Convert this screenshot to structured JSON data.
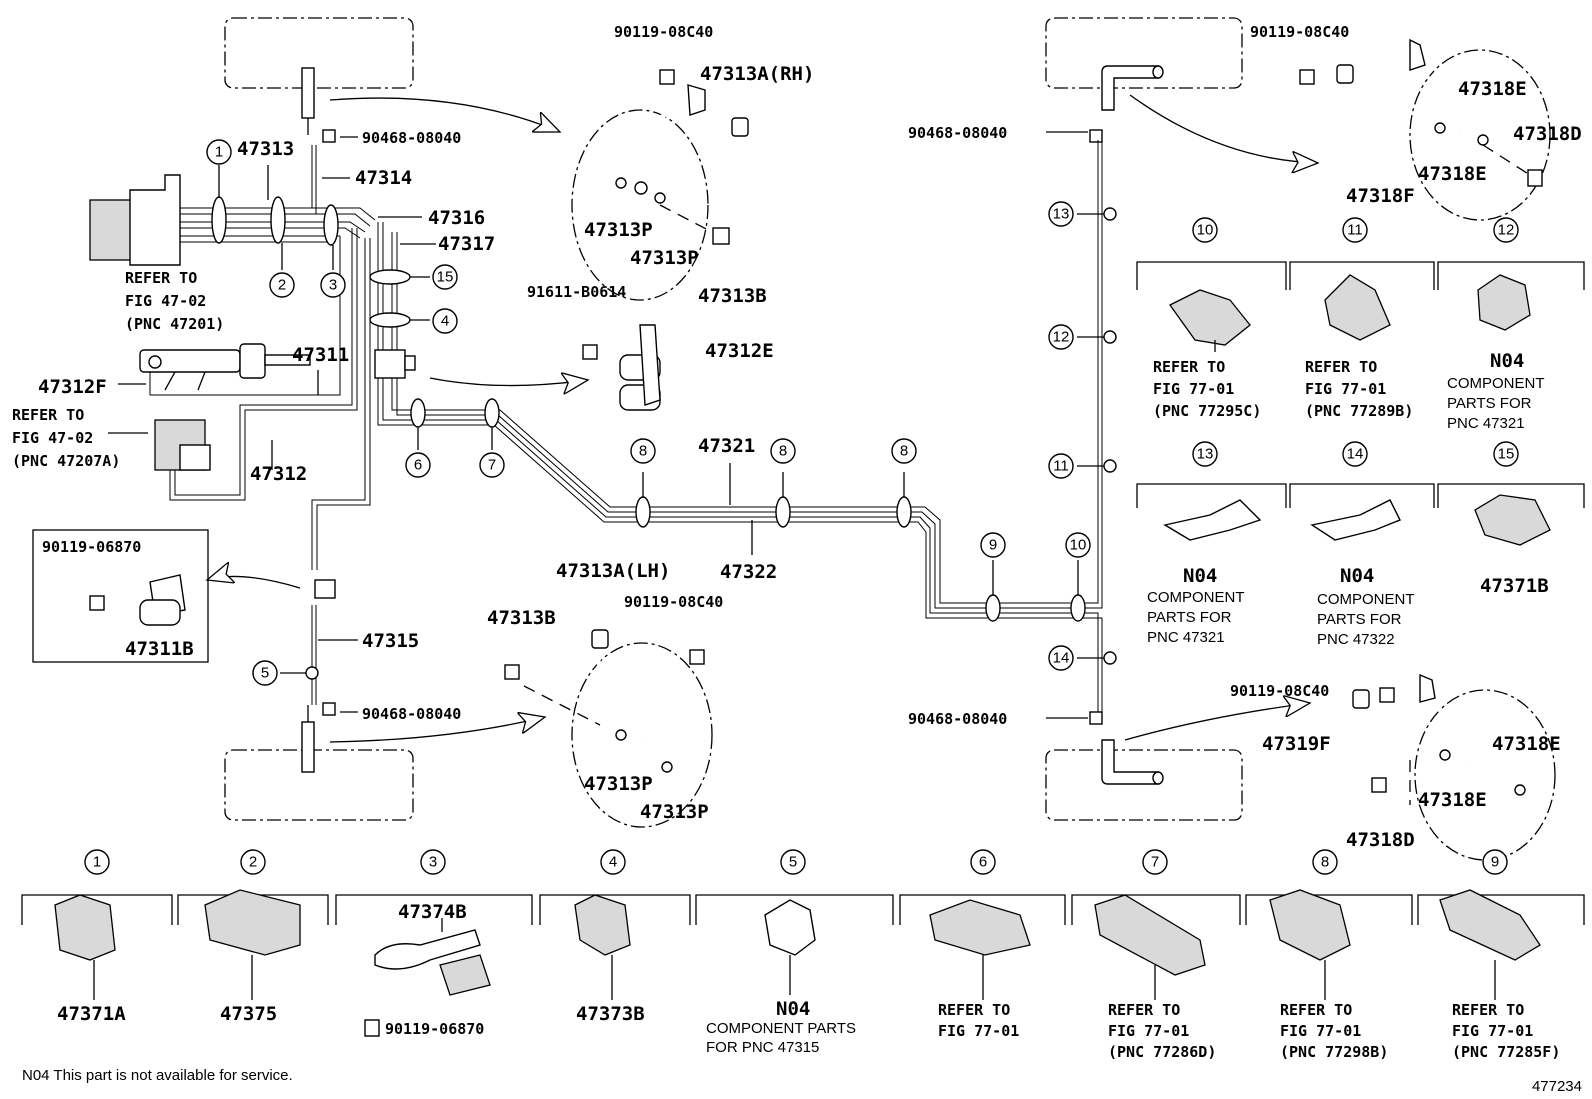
{
  "parts": {
    "p90119_08c40_a": "90119-08C40",
    "p47313a_rh": "47313A(RH)",
    "p47313_ring": "47313",
    "p47314": "47314",
    "p90468_08040_a": "90468-08040",
    "p47316": "47316",
    "p47317": "47317",
    "p47313p_a": "47313P",
    "p47313p_b": "47313P",
    "p47313b_a": "47313B",
    "p91611_b0614": "91611-B0614",
    "p47312e": "47312E",
    "p47311": "47311",
    "p47312f": "47312F",
    "p47312": "47312",
    "p47321": "47321",
    "p47322": "47322",
    "p90119_06870_a": "90119-06870",
    "p47311b": "47311B",
    "p47315": "47315",
    "p47313a_lh": "47313A(LH)",
    "p90119_08c40_b": "90119-08C40",
    "p47313b_b": "47313B",
    "p90468_08040_b": "90468-08040",
    "p47313p_c": "47313P",
    "p47313p_d": "47313P",
    "p90119_08c40_c": "90119-08C40",
    "p90468_08040_c": "90468-08040",
    "p47318e_a": "47318E",
    "p47318d_a": "47318D",
    "p47318e_b": "47318E",
    "p47318f": "47318F",
    "p90119_08c40_d": "90119-08C40",
    "p90468_08040_d": "90468-08040",
    "p47319f": "47319F",
    "p47318e_c": "47318E",
    "p47318e_d": "47318E",
    "p47318d_b": "47318D"
  },
  "refs": {
    "left_a": [
      "REFER TO",
      "FIG 47-02",
      "(PNC 47201)"
    ],
    "left_b": [
      "REFER TO",
      "FIG 47-02",
      "(PNC 47207A)"
    ]
  },
  "markers": [
    "1",
    "2",
    "3",
    "4",
    "5",
    "6",
    "7",
    "8",
    "9",
    "10",
    "11",
    "12",
    "13",
    "14",
    "15"
  ],
  "right_panels": [
    {
      "num": "10",
      "lines": [
        "REFER TO",
        "FIG 77-01",
        "(PNC 77295C)"
      ],
      "style": "mono"
    },
    {
      "num": "11",
      "lines": [
        "REFER TO",
        "FIG 77-01",
        "(PNC 77289B)"
      ],
      "style": "mono"
    },
    {
      "num": "12",
      "head": "N04",
      "lines": [
        "COMPONENT",
        "PARTS FOR",
        "PNC 47321"
      ],
      "style": "plain"
    },
    {
      "num": "13",
      "head": "N04",
      "lines": [
        "COMPONENT",
        "PARTS FOR",
        "PNC 47321"
      ],
      "style": "plain"
    },
    {
      "num": "14",
      "head": "N04",
      "lines": [
        "COMPONENT",
        "PARTS FOR",
        "PNC 47322"
      ],
      "style": "plain"
    },
    {
      "num": "15",
      "head": "47371B",
      "lines": [],
      "style": "mono"
    }
  ],
  "bottom_panels": [
    {
      "num": "1",
      "head": "47371A",
      "lines": [],
      "style": "mono"
    },
    {
      "num": "2",
      "head": "47375",
      "lines": [],
      "style": "mono"
    },
    {
      "num": "3",
      "head": "47374B",
      "sub": "90119-06870",
      "lines": [],
      "style": "mono"
    },
    {
      "num": "4",
      "head": "47373B",
      "lines": [],
      "style": "mono"
    },
    {
      "num": "5",
      "head": "N04",
      "lines": [
        "COMPONENT PARTS",
        "FOR PNC 47315"
      ],
      "style": "plain"
    },
    {
      "num": "6",
      "lines": [
        "REFER TO",
        "FIG 77-01"
      ],
      "style": "mono"
    },
    {
      "num": "7",
      "lines": [
        "REFER TO",
        "FIG 77-01",
        "(PNC 77286D)"
      ],
      "style": "mono"
    },
    {
      "num": "8",
      "lines": [
        "REFER TO",
        "FIG 77-01",
        "(PNC 77298B)"
      ],
      "style": "mono"
    },
    {
      "num": "9",
      "lines": [
        "REFER TO",
        "FIG 77-01",
        "(PNC 77285F)"
      ],
      "style": "mono"
    }
  ],
  "footnote": "N04 This part is not available for service.",
  "diagram_id": "477234"
}
